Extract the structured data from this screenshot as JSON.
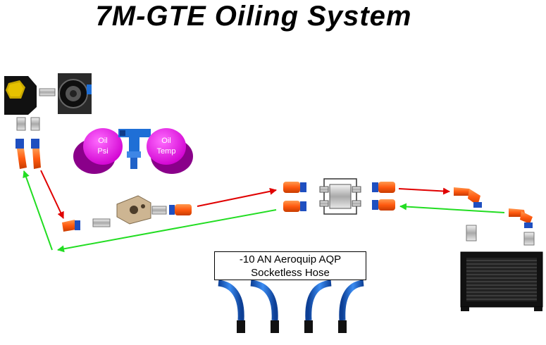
{
  "title": "7M-GTE  Oiling System",
  "gauges": {
    "oil_pressure": {
      "line1": "Oil",
      "line2": "Psi"
    },
    "oil_temperature": {
      "line1": "Oil",
      "line2": "Temp"
    }
  },
  "hose_label": {
    "line1": "-10 AN Aeroquip AQP",
    "line2": "Socketless Hose"
  },
  "colors": {
    "supply_arrow": "#e00000",
    "return_arrow": "#22dd22",
    "gauge": "#e000e0",
    "hose": "#1f6fd6",
    "fitting": "#ff5a10"
  }
}
